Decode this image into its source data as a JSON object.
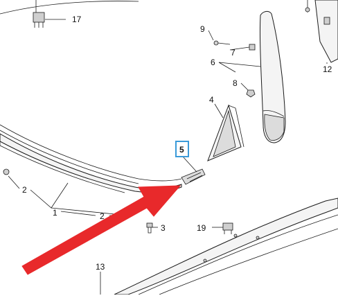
{
  "diagram": {
    "callouts": {
      "c17": "17",
      "c9": "9",
      "c7": "7",
      "c6": "6",
      "c8": "8",
      "c12": "12",
      "c4": "4",
      "c5": "5",
      "c2a": "2",
      "c1": "1",
      "c2b": "2",
      "c3": "3",
      "c19": "19",
      "c13": "13"
    },
    "highlight_color": "#3a9ad9",
    "arrow_color": "#e8292b"
  }
}
